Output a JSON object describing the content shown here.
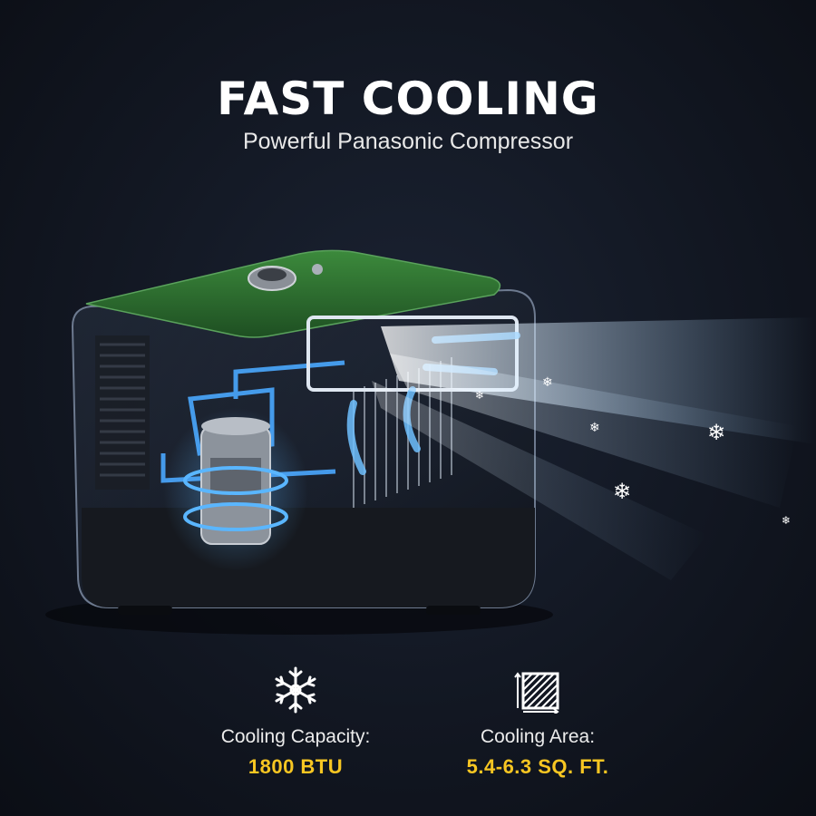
{
  "header": {
    "title": "FAST COOLING",
    "subtitle": "Powerful Panasonic Compressor"
  },
  "product": {
    "body_color": "#2a6a2e",
    "accent_color": "#3fa9ff",
    "air_color": "#cfe9ff"
  },
  "specs": [
    {
      "icon": "snowflake-icon",
      "label": "Cooling Capacity:",
      "value": "1800 BTU"
    },
    {
      "icon": "area-icon",
      "label": "Cooling Area:",
      "value": "5.4-6.3 SQ. FT."
    }
  ],
  "colors": {
    "highlight": "#f7c622",
    "background": "#121722"
  }
}
